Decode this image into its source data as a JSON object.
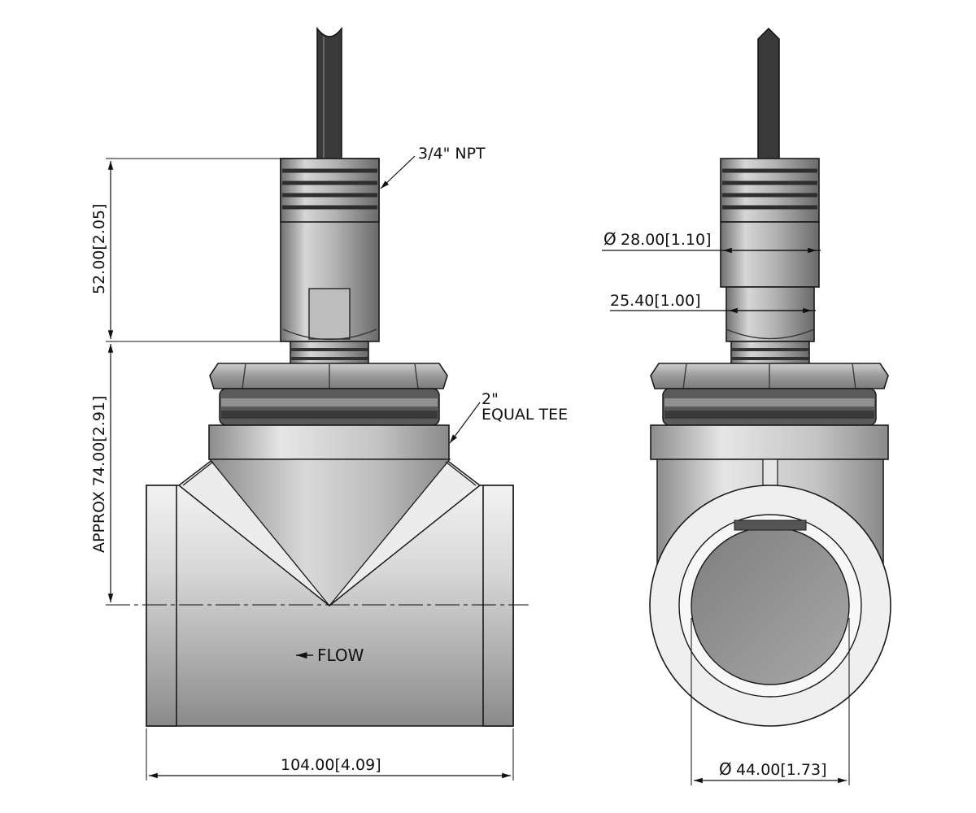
{
  "front_view": {
    "nut_thread_label": "3/4\" NPT",
    "tee_label_line1": "2\"",
    "tee_label_line2": "EQUAL TEE",
    "height_dim": "52.00[2.05]",
    "approx_height_dim": "APPROX 74.00[2.91]",
    "width_dim": "104.00[4.09]",
    "flow_label": "FLOW"
  },
  "side_view": {
    "nut_diameter_dim": "28.00[1.10]",
    "neck_width_dim": "25.40[1.00]",
    "bore_diameter_dim": "44.00[1.73]",
    "diameter_symbol": "Ø"
  }
}
